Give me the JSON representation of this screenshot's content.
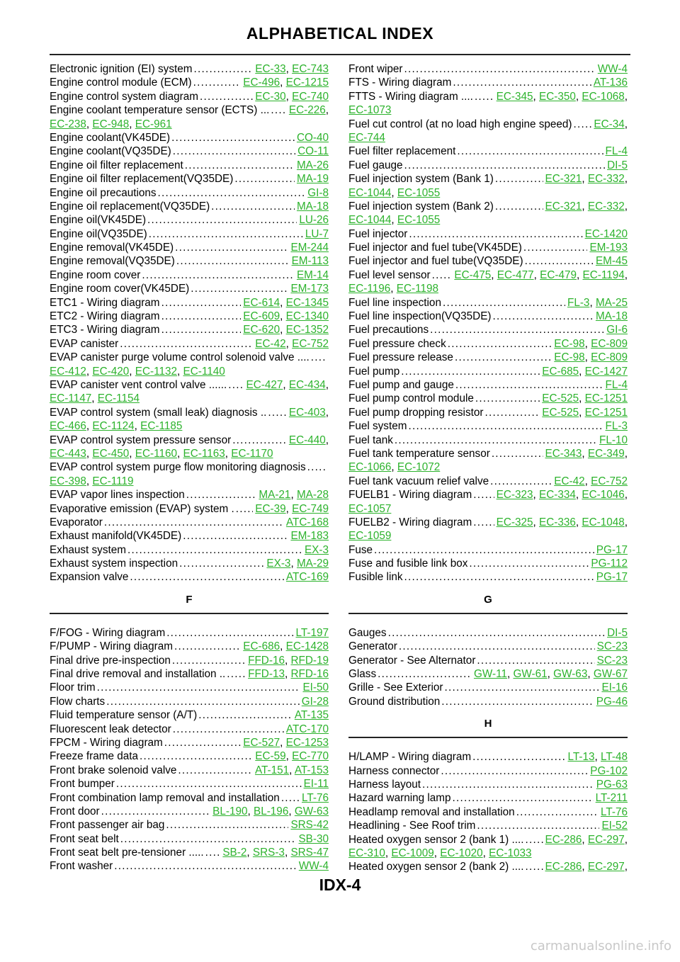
{
  "page": {
    "title": "ALPHABETICAL INDEX",
    "number": "IDX-4",
    "watermark": "carmanualsonline.info"
  },
  "left_top": [
    {
      "name": "Electronic ignition (EI) system",
      "refs": [
        "EC-33",
        "EC-743"
      ]
    },
    {
      "name": "Engine control module (ECM)",
      "refs": [
        "EC-496",
        "EC-1215"
      ]
    },
    {
      "name": "Engine control system diagram",
      "refs": [
        "EC-30",
        "EC-740"
      ]
    },
    {
      "name": "Engine coolant temperature sensor (ECTS) ...",
      "refs": [
        "EC-226"
      ],
      "wrap": [
        "EC-238",
        "EC-948",
        "EC-961"
      ]
    },
    {
      "name": "Engine coolant(VK45DE)",
      "refs": [
        "CO-40"
      ]
    },
    {
      "name": "Engine coolant(VQ35DE)",
      "refs": [
        "CO-11"
      ]
    },
    {
      "name": "Engine oil filter replacement",
      "refs": [
        "MA-26"
      ]
    },
    {
      "name": "Engine oil filter replacement(VQ35DE)",
      "refs": [
        "MA-19"
      ]
    },
    {
      "name": "Engine oil precautions",
      "refs": [
        "GI-8"
      ]
    },
    {
      "name": "Engine oil replacement(VQ35DE)",
      "refs": [
        "MA-18"
      ]
    },
    {
      "name": "Engine oil(VK45DE)",
      "refs": [
        "LU-26"
      ]
    },
    {
      "name": "Engine oil(VQ35DE)",
      "refs": [
        "LU-7"
      ]
    },
    {
      "name": "Engine removal(VK45DE)",
      "refs": [
        "EM-244"
      ]
    },
    {
      "name": "Engine removal(VQ35DE)",
      "refs": [
        "EM-113"
      ]
    },
    {
      "name": "Engine room cover",
      "refs": [
        "EM-14"
      ]
    },
    {
      "name": "Engine room cover(VK45DE)",
      "refs": [
        "EM-173"
      ]
    },
    {
      "name": "ETC1 - Wiring diagram",
      "refs": [
        "EC-614",
        "EC-1345"
      ]
    },
    {
      "name": "ETC2 - Wiring diagram",
      "refs": [
        "EC-609",
        "EC-1340"
      ]
    },
    {
      "name": "ETC3 - Wiring diagram",
      "refs": [
        "EC-620",
        "EC-1352"
      ]
    },
    {
      "name": "EVAP canister",
      "refs": [
        "EC-42",
        "EC-752"
      ]
    },
    {
      "name": "EVAP canister purge volume control solenoid valve ....",
      "refs": [],
      "wrap": [
        "EC-412",
        "EC-420",
        "EC-1132",
        "EC-1140"
      ]
    },
    {
      "name": "EVAP canister vent control valve ......",
      "refs": [
        "EC-427",
        "EC-434"
      ],
      "wrap": [
        "EC-1147",
        "EC-1154"
      ]
    },
    {
      "name": "EVAP control system (small leak) diagnosis ..",
      "refs": [
        "EC-403"
      ],
      "wrap": [
        "EC-466",
        "EC-1124",
        "EC-1185"
      ]
    },
    {
      "name": "EVAP control system pressure sensor",
      "refs": [
        "EC-440"
      ],
      "wrap": [
        "EC-443",
        "EC-450",
        "EC-1160",
        "EC-1163",
        "EC-1170"
      ]
    },
    {
      "name": "EVAP control system purge flow monitoring diagnosis",
      "refs": [],
      "wrap": [
        "EC-398",
        "EC-1119"
      ]
    },
    {
      "name": "EVAP vapor lines inspection",
      "refs": [
        "MA-21",
        "MA-28"
      ]
    },
    {
      "name": "Evaporative emission (EVAP) system  .",
      "refs": [
        "EC-39",
        "EC-749"
      ]
    },
    {
      "name": "Evaporator",
      "refs": [
        "ATC-168"
      ]
    },
    {
      "name": "Exhaust manifold(VK45DE)",
      "refs": [
        "EM-183"
      ]
    },
    {
      "name": "Exhaust system",
      "refs": [
        "EX-3"
      ]
    },
    {
      "name": "Exhaust system inspection",
      "refs": [
        "EX-3",
        "MA-29"
      ]
    },
    {
      "name": "Expansion valve",
      "refs": [
        "ATC-169"
      ]
    }
  ],
  "left_f": {
    "letter": "F",
    "entries": [
      {
        "name": "F/FOG - Wiring diagram",
        "refs": [
          "LT-197"
        ]
      },
      {
        "name": "F/PUMP - Wiring diagram",
        "refs": [
          "EC-686",
          "EC-1428"
        ]
      },
      {
        "name": "Final drive pre-inspection",
        "refs": [
          "FFD-16",
          "RFD-19"
        ]
      },
      {
        "name": "Final drive removal and installation  ..",
        "refs": [
          "FFD-13",
          "RFD-16"
        ]
      },
      {
        "name": "Floor trim",
        "refs": [
          "EI-50"
        ]
      },
      {
        "name": "Flow charts",
        "refs": [
          "GI-28"
        ]
      },
      {
        "name": "Fluid temperature sensor (A/T)",
        "refs": [
          "AT-135"
        ]
      },
      {
        "name": "Fluorescent leak detector",
        "refs": [
          "ATC-170"
        ]
      },
      {
        "name": "FPCM - Wiring diagram",
        "refs": [
          "EC-527",
          "EC-1253"
        ]
      },
      {
        "name": "Freeze frame data",
        "refs": [
          "EC-59",
          "EC-770"
        ]
      },
      {
        "name": "Front brake solenoid valve",
        "refs": [
          "AT-151",
          "AT-153"
        ]
      },
      {
        "name": "Front bumper",
        "refs": [
          "EI-11"
        ]
      },
      {
        "name": "Front combination lamp removal and installation",
        "refs": [
          "LT-76"
        ]
      },
      {
        "name": "Front door",
        "refs": [
          "BL-190",
          "BL-196",
          "GW-63"
        ]
      },
      {
        "name": "Front passenger air bag",
        "refs": [
          "SRS-42"
        ]
      },
      {
        "name": "Front seat belt",
        "refs": [
          "SB-30"
        ]
      },
      {
        "name": "Front seat belt pre-tensioner .....",
        "refs": [
          "SB-2",
          "SRS-3",
          "SRS-47"
        ]
      },
      {
        "name": "Front washer",
        "refs": [
          "WW-4"
        ]
      }
    ]
  },
  "right_top": [
    {
      "name": "Front wiper",
      "refs": [
        "WW-4"
      ]
    },
    {
      "name": "FTS - Wiring diagram",
      "refs": [
        "AT-136"
      ]
    },
    {
      "name": "FTTS - Wiring diagram  ....",
      "refs": [
        "EC-345",
        "EC-350",
        "EC-1068"
      ],
      "wrap": [
        "EC-1073"
      ]
    },
    {
      "name": "Fuel cut control (at no load high engine speed)",
      "refs": [
        "EC-34"
      ],
      "wrap": [
        "EC-744"
      ]
    },
    {
      "name": "Fuel filter replacement",
      "refs": [
        "FL-4"
      ]
    },
    {
      "name": "Fuel gauge",
      "refs": [
        "DI-5"
      ]
    },
    {
      "name": "Fuel injection system (Bank 1)",
      "refs": [
        "EC-321",
        "EC-332"
      ],
      "wrap": [
        "EC-1044",
        "EC-1055"
      ]
    },
    {
      "name": "Fuel injection system (Bank 2)",
      "refs": [
        "EC-321",
        "EC-332"
      ],
      "wrap": [
        "EC-1044",
        "EC-1055"
      ]
    },
    {
      "name": "Fuel injector",
      "refs": [
        "EC-1420"
      ]
    },
    {
      "name": "Fuel injector and fuel tube(VK45DE)",
      "refs": [
        "EM-193"
      ]
    },
    {
      "name": "Fuel injector and fuel tube(VQ35DE)",
      "refs": [
        "EM-45"
      ]
    },
    {
      "name": "Fuel level sensor  ",
      "refs": [
        "EC-475",
        "EC-477",
        "EC-479",
        "EC-1194"
      ],
      "wrap": [
        "EC-1196",
        "EC-1198"
      ]
    },
    {
      "name": "Fuel line inspection",
      "refs": [
        "FL-3",
        "MA-25"
      ]
    },
    {
      "name": "Fuel line inspection(VQ35DE)",
      "refs": [
        "MA-18"
      ]
    },
    {
      "name": "Fuel precautions",
      "refs": [
        "GI-6"
      ]
    },
    {
      "name": "Fuel pressure check",
      "refs": [
        "EC-98",
        "EC-809"
      ]
    },
    {
      "name": "Fuel pressure release",
      "refs": [
        "EC-98",
        "EC-809"
      ]
    },
    {
      "name": "Fuel pump",
      "refs": [
        "EC-685",
        "EC-1427"
      ]
    },
    {
      "name": "Fuel pump and gauge",
      "refs": [
        "FL-4"
      ]
    },
    {
      "name": "Fuel pump control module",
      "refs": [
        "EC-525",
        "EC-1251"
      ]
    },
    {
      "name": "Fuel pump dropping resistor",
      "refs": [
        "EC-525",
        "EC-1251"
      ]
    },
    {
      "name": "Fuel system",
      "refs": [
        "FL-3"
      ]
    },
    {
      "name": "Fuel tank",
      "refs": [
        "FL-10"
      ]
    },
    {
      "name": "Fuel tank temperature sensor",
      "refs": [
        "EC-343",
        "EC-349"
      ],
      "wrap": [
        "EC-1066",
        "EC-1072"
      ]
    },
    {
      "name": "Fuel tank vacuum relief valve",
      "refs": [
        "EC-42",
        "EC-752"
      ]
    },
    {
      "name": "FUELB1 - Wiring diagram  ",
      "refs": [
        "EC-323",
        "EC-334",
        "EC-1046"
      ],
      "wrap": [
        "EC-1057"
      ]
    },
    {
      "name": "FUELB2 - Wiring diagram  ",
      "refs": [
        "EC-325",
        "EC-336",
        "EC-1048"
      ],
      "wrap": [
        "EC-1059"
      ]
    },
    {
      "name": "Fuse",
      "refs": [
        "PG-17"
      ]
    },
    {
      "name": "Fuse and fusible link box",
      "refs": [
        "PG-112"
      ]
    },
    {
      "name": "Fusible link",
      "refs": [
        "PG-17"
      ]
    }
  ],
  "right_g": {
    "letter": "G",
    "entries": [
      {
        "name": "Gauges",
        "refs": [
          "DI-5"
        ]
      },
      {
        "name": "Generator",
        "refs": [
          "SC-23"
        ]
      },
      {
        "name": "Generator - See Alternator",
        "refs": [
          "SC-23"
        ]
      },
      {
        "name": "Glass",
        "refs": [
          "GW-11",
          "GW-61",
          "GW-63",
          "GW-67"
        ]
      },
      {
        "name": "Grille - See Exterior",
        "refs": [
          "EI-16"
        ]
      },
      {
        "name": "Ground distribution",
        "refs": [
          "PG-46"
        ]
      }
    ]
  },
  "right_h": {
    "letter": "H",
    "entries": [
      {
        "name": "H/LAMP - Wiring diagram",
        "refs": [
          "LT-13",
          "LT-48"
        ]
      },
      {
        "name": "Harness connector",
        "refs": [
          "PG-102"
        ]
      },
      {
        "name": "Harness layout",
        "refs": [
          "PG-63"
        ]
      },
      {
        "name": "Hazard warning lamp",
        "refs": [
          "LT-211"
        ]
      },
      {
        "name": "Headlamp removal and installation",
        "refs": [
          "LT-76"
        ]
      },
      {
        "name": "Headlining - See Roof trim",
        "refs": [
          "EI-52"
        ]
      },
      {
        "name": "Heated oxygen sensor 2 (bank 1) ....",
        "refs": [
          "EC-286",
          "EC-297"
        ],
        "wrap": [
          "EC-310",
          "EC-1009",
          "EC-1020",
          "EC-1033"
        ]
      },
      {
        "name": "Heated oxygen sensor 2 (bank 2) ....",
        "refs": [
          "EC-286",
          "EC-297"
        ],
        "trail": ","
      }
    ]
  }
}
